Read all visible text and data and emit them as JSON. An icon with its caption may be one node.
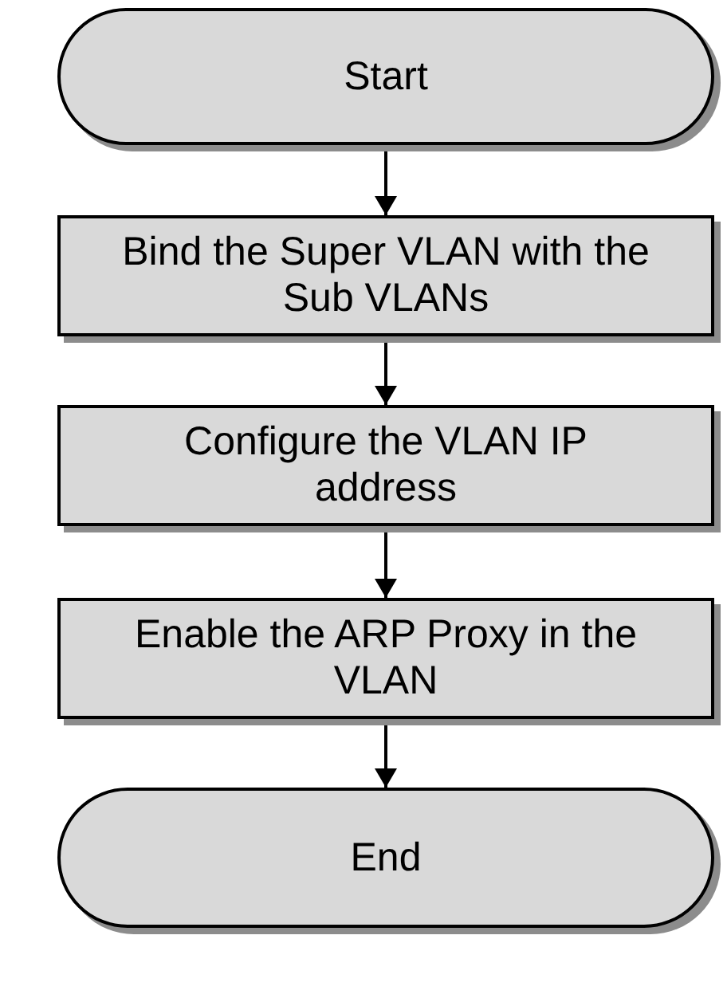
{
  "diagram": {
    "nodes": [
      {
        "text": [
          "Start"
        ]
      },
      {
        "text": [
          "Bind the Super VLAN with the Sub VLANs"
        ]
      },
      {
        "text": [
          "Configure the VLAN IP address"
        ]
      },
      {
        "text": [
          "Enable the ARP Proxy in the VLAN"
        ]
      },
      {
        "text": [
          "End"
        ]
      }
    ],
    "edges": [
      {
        "from": 0,
        "to": 1,
        "arrow": "to"
      },
      {
        "from": 1,
        "to": 2,
        "arrow": "to"
      },
      {
        "from": 2,
        "to": 3,
        "arrow": "to"
      },
      {
        "from": 3,
        "to": 4,
        "arrow": "to"
      }
    ]
  }
}
